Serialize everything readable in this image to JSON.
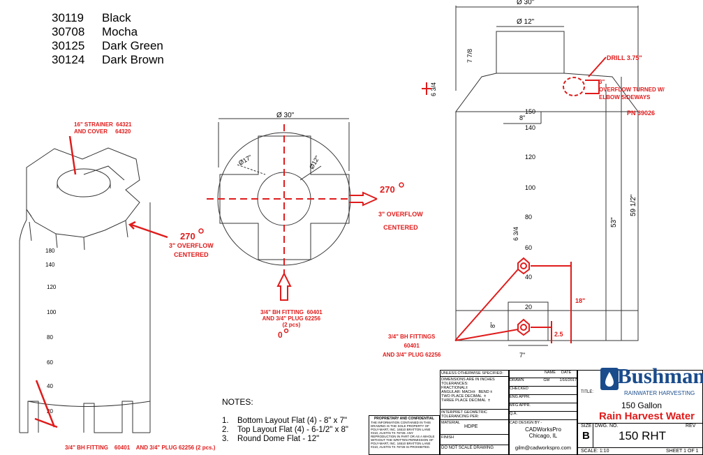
{
  "color_codes": [
    {
      "code": "30119",
      "name": "Black"
    },
    {
      "code": "30708",
      "name": "Mocha"
    },
    {
      "code": "30125",
      "name": "Dark Green"
    },
    {
      "code": "30124",
      "name": "Dark Brown"
    }
  ],
  "iso_view": {
    "strainer_label": "16\" STRAINER  64321\nAND COVER     64320",
    "overflow_deg": "270",
    "overflow_label": "3\" OVERFLOW\nCENTERED",
    "fitting_label": "3/4\" BH FITTING    60401    AND 3/4\" PLUG 62256 (2 pcs.)",
    "scale_marks": [
      "180",
      "140",
      "120",
      "100",
      "80",
      "60",
      "40",
      "20"
    ]
  },
  "top_view": {
    "dia_outer": "Ø 30\"",
    "dia_17": "Ø17\"",
    "dia_12": "Ø12\"",
    "overflow_deg": "270",
    "overflow_label": "3\" OVERFLOW\nCENTERED",
    "fitting_label": "3/4\" BH FITTING  60401\nAND 3/4\" PLUG 62256\n(2 pcs)",
    "zero_deg": "0"
  },
  "side_view": {
    "dia_30": "Ø 30\"",
    "dia_12": "Ø 12\"",
    "dim_7_8": "7 7/8",
    "dim_6_3_4": "6 3/4",
    "dim_8": "8\"",
    "dim_53": "53\"",
    "dim_59": "59 1/2\"",
    "dim_6_3_4_b": "6 3/4",
    "dim_18": "18\"",
    "dim_8b": "8\"",
    "dim_7": "7\"",
    "dim_2_5": "2.5",
    "scale_marks": [
      "150",
      "140",
      "120",
      "100",
      "80",
      "60",
      "40",
      "20"
    ],
    "drill_label": "DRILL 3.75\"",
    "overflow_label": "3\"\nOVERFLOW TURNED W/\nELBOW SIDEWAYS",
    "pn_label": "PN 39026",
    "fittings_label": "3/4\" BH FITTINGS\n60401\nAND 3/4\" PLUG 62256"
  },
  "notes": {
    "heading": "NOTES:",
    "items": [
      {
        "num": "1.",
        "text": "Bottom Layout Flat (4) - 8\" x 7\""
      },
      {
        "num": "2.",
        "text": "Top Layout Flat (4) - 6-1/2\" x 8\""
      },
      {
        "num": "3.",
        "text": "Round Dome Flat - 12\""
      }
    ]
  },
  "title_block": {
    "unless": "UNLESS OTHERWISE SPECIFIED:",
    "dims": "DIMENSIONS ARE IN INCHES\nTOLERANCES:\nFRACTIONAL±\nANGULAR: MACH±   BEND ±\nTWO PLACE DECIMAL  ±\nTHREE PLACE DECIMAL  ±",
    "interp": "INTERPRET GEOMETRIC\nTOLERANCING PER:",
    "material_label": "MATERIAL",
    "material": "HDPE",
    "finish": "FINISH",
    "noscale": "DO NOT SCALE DRAWING",
    "proprietary_head": "PROPRIETARY AND CONFIDENTIAL",
    "proprietary": "THE INFORMATION CONTAINED IN THIS DRAWING IS THE SOLE PROPERTY OF POLY-MART, INC. 16510 BRATTON LANE #210, AUSTIN TX 78728. ANY REPRODUCTION IN PART OR AS A WHOLE WITHOUT THE WRITTEN PERMISSION OF POLY-MART, INC. 16510 BRATTON LANE #210, AUSTIN TX 78728 IS PROHIBITED.",
    "name_h": "NAME",
    "date_h": "DATE",
    "drawn": "DRAWN",
    "drawn_name": "GM",
    "drawn_date": "1/16/2017",
    "checked": "CHECKED",
    "eng": "ENG APPR.",
    "mfg": "MFG APPR.",
    "qa": "Q.A.",
    "cad": "CAD DESIGN BY -",
    "cad_name": "CADWorksPro",
    "cad_city": "Chicago, IL",
    "cad_email": "gilm@cadworkspro.com",
    "title_label": "TITLE:",
    "brand": "Bushman",
    "brand_sub": "RAINWATER HARVESTING",
    "title1": "150 Gallon",
    "title2": "Rain Harvest Water",
    "size_label": "SIZE",
    "size": "B",
    "dwg_label": "DWG.  NO.",
    "dwg_no": "150 RHT",
    "rev": "REV",
    "scale": "SCALE: 1:10",
    "sheet": "SHEET 1 OF 1"
  }
}
